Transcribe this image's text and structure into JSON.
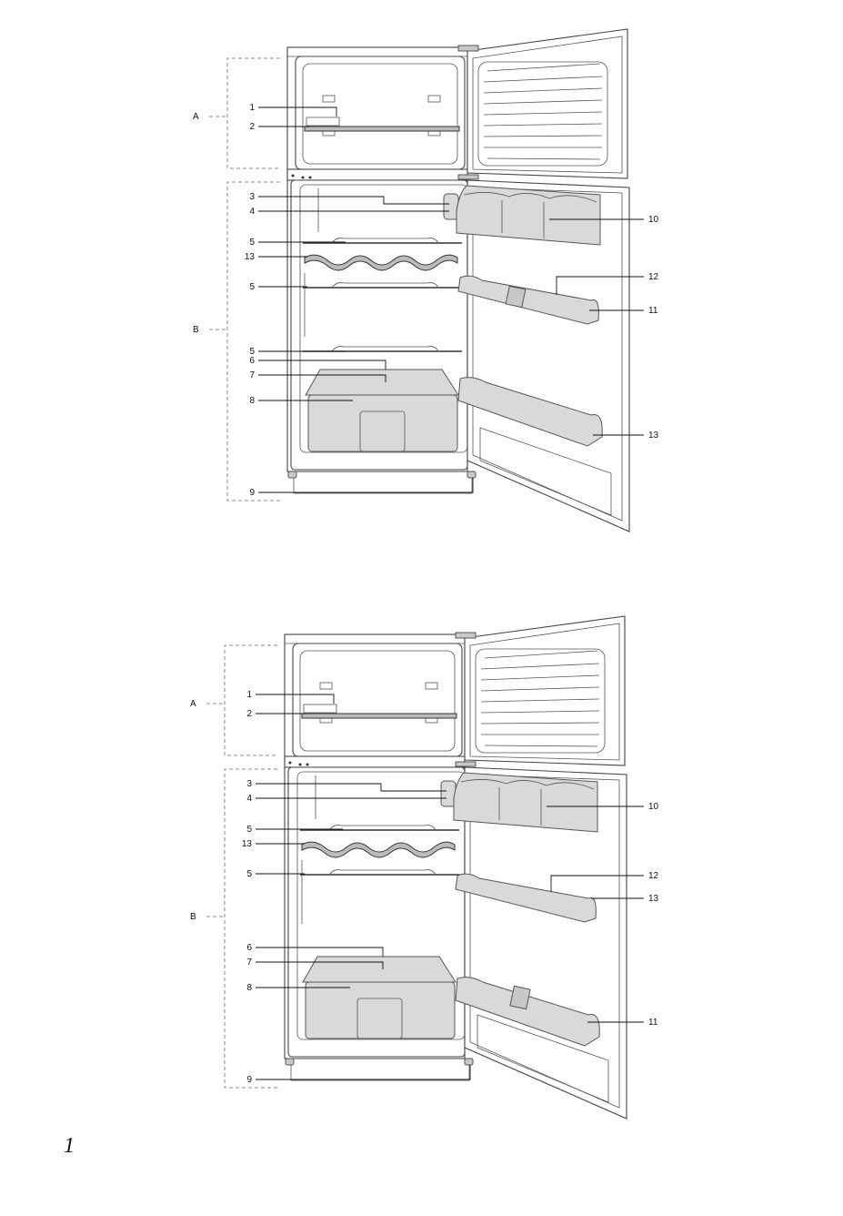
{
  "page_number": "1",
  "figures": [
    {
      "id": "top",
      "sections": [
        "A",
        "B"
      ],
      "left_callouts": [
        "1",
        "2",
        "3",
        "4",
        "5",
        "13",
        "5",
        "5",
        "6",
        "7",
        "8",
        "9"
      ],
      "right_callouts": [
        "10",
        "12",
        "11",
        "13"
      ]
    },
    {
      "id": "bottom",
      "sections": [
        "A",
        "B"
      ],
      "left_callouts": [
        "1",
        "2",
        "3",
        "4",
        "5",
        "13",
        "5",
        "6",
        "7",
        "8",
        "9"
      ],
      "right_callouts": [
        "10",
        "12",
        "13",
        "11"
      ]
    }
  ]
}
